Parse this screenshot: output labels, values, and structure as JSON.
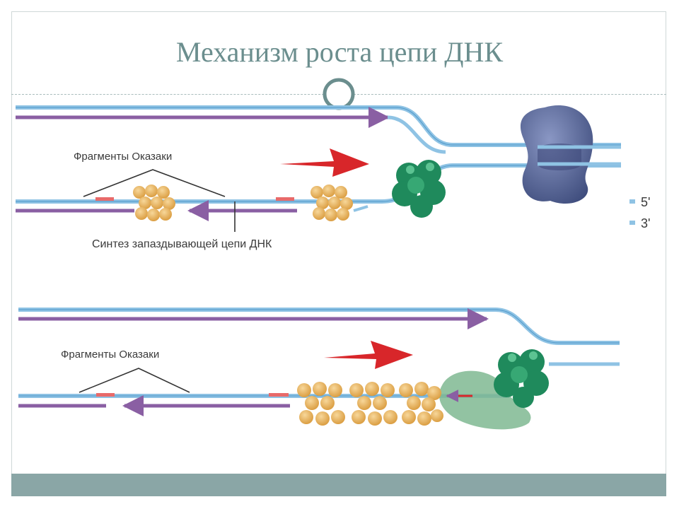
{
  "slide": {
    "title": "Механизм роста цепи ДНК"
  },
  "diagram": {
    "top": {
      "fragments_label": "Фрагменты Оказаки",
      "lagging_label": "Синтез запаздывающей цепи ДНК"
    },
    "legend": {
      "five_prime": "5'",
      "three_prime": "3'"
    },
    "bottom": {
      "fragments_label": "Фрагменты Оказаки"
    }
  },
  "colors": {
    "strand_blue": "#8fc3e4",
    "strand_purple": "#8a5fa3",
    "helicase": "#5f6f9e",
    "polymerase": "#1f8a5c",
    "clamp": "#7fb892",
    "protein_ball": "#e8b25a",
    "arrow_red": "#d8262a",
    "accent": "#6b8e8e"
  }
}
